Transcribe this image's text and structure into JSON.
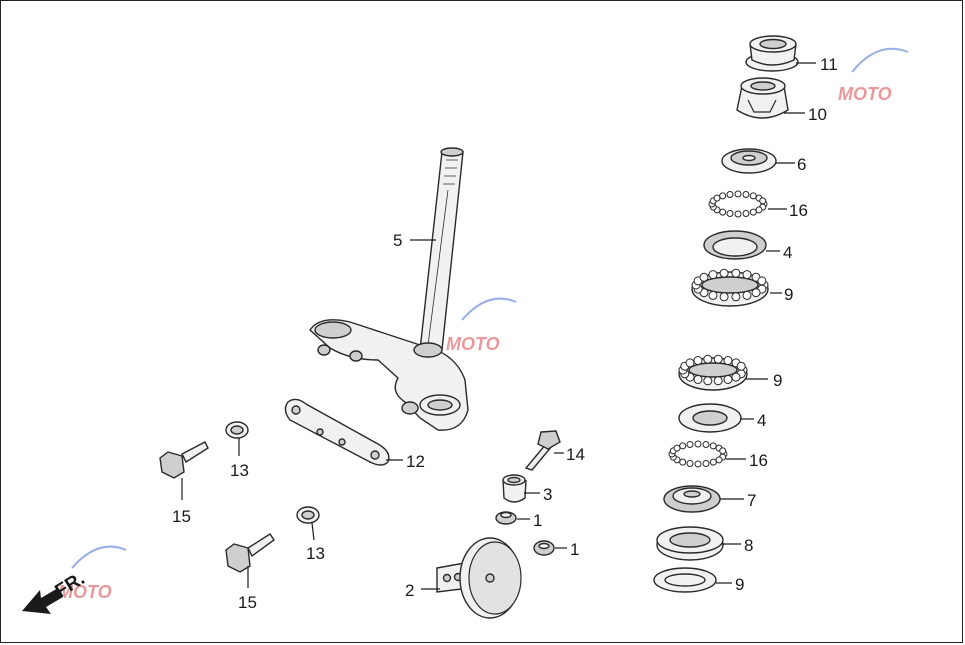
{
  "direction_label": "FR.",
  "watermark_text": "MOTO",
  "colors": {
    "line": "#2a2a2a",
    "part_fill": "#f1f1f1",
    "shade_fill": "#cfcfcf",
    "watermark_red": "#d8464a",
    "watermark_blue": "#4a6bd8"
  },
  "callouts": [
    {
      "id": "c11",
      "number": "11"
    },
    {
      "id": "c10",
      "number": "10"
    },
    {
      "id": "c6",
      "number": "6"
    },
    {
      "id": "c16a",
      "number": "16"
    },
    {
      "id": "c4a",
      "number": "4"
    },
    {
      "id": "c9a",
      "number": "9"
    },
    {
      "id": "c5",
      "number": "5"
    },
    {
      "id": "c9b",
      "number": "9"
    },
    {
      "id": "c4b",
      "number": "4"
    },
    {
      "id": "c16b",
      "number": "16"
    },
    {
      "id": "c7",
      "number": "7"
    },
    {
      "id": "c8",
      "number": "8"
    },
    {
      "id": "c9c",
      "number": "9"
    },
    {
      "id": "c12",
      "number": "12"
    },
    {
      "id": "c14",
      "number": "14"
    },
    {
      "id": "c3",
      "number": "3"
    },
    {
      "id": "c1a",
      "number": "1"
    },
    {
      "id": "c1b",
      "number": "1"
    },
    {
      "id": "c2",
      "number": "2"
    },
    {
      "id": "c13a",
      "number": "13"
    },
    {
      "id": "c13b",
      "number": "13"
    },
    {
      "id": "c15a",
      "number": "15"
    },
    {
      "id": "c15b",
      "number": "15"
    }
  ]
}
